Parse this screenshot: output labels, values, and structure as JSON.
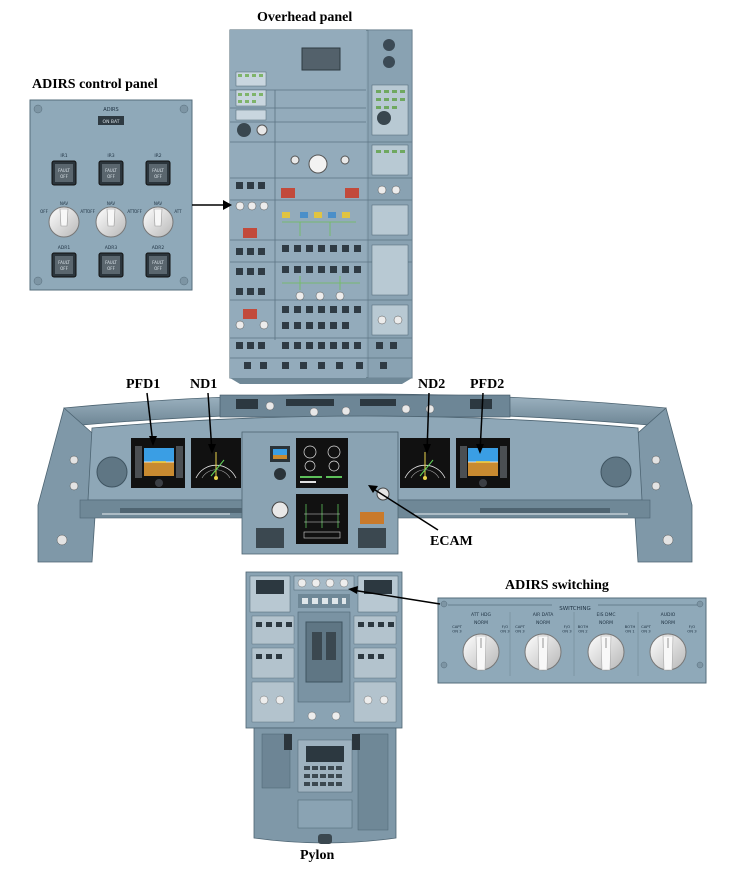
{
  "labels": {
    "overhead_panel": "Overhead panel",
    "adirs_control_panel": "ADIRS control panel",
    "pfd1": "PFD1",
    "nd1": "ND1",
    "nd2": "ND2",
    "pfd2": "PFD2",
    "ecam": "ECAM",
    "adirs_switching": "ADIRS switching",
    "pylon": "Pylon"
  },
  "adirs_panel": {
    "title": "ADIRS",
    "on_bat": "ON BAT",
    "ir_labels": [
      "IR1",
      "IR3",
      "IR2"
    ],
    "fault_off": [
      "FAULT",
      "OFF"
    ],
    "knob_pos": [
      "OFF",
      "NAV",
      "ATT"
    ],
    "knob_tops": [
      "NAV",
      "NAV",
      "NAV"
    ],
    "adr_labels": [
      "ADR1",
      "ADR3",
      "ADR2"
    ]
  },
  "switching_panel": {
    "title": "SWITCHING",
    "knobs": [
      {
        "name": "ATT HDG",
        "left": "CAPT\nON 3",
        "mid": "NORM",
        "right": "F/O\nON 3"
      },
      {
        "name": "AIR DATA",
        "left": "CAPT\nON 3",
        "mid": "NORM",
        "right": "F/O\nON 3"
      },
      {
        "name": "EIS DMC",
        "left": "BOTH\nON 2",
        "mid": "NORM",
        "right": "BOTH\nON 1"
      },
      {
        "name": "AUDIO",
        "left": "CAPT\nON 3",
        "mid": "NORM",
        "right": "F/O\nON 3"
      }
    ]
  },
  "colors": {
    "panel": "#8ea7b7",
    "panel_dark": "#6f8897",
    "panel_light": "#b9cad5",
    "screen": "#111111",
    "sky": "#3a9ee4",
    "ground": "#c88a30"
  }
}
